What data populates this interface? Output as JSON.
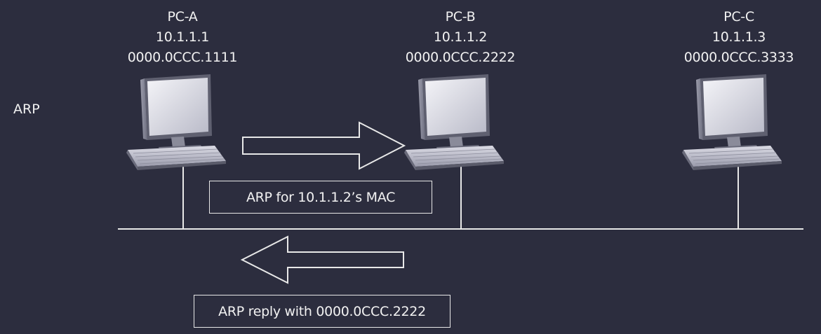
{
  "side_label": "ARP",
  "hosts": [
    {
      "name": "PC-A",
      "ip": "10.1.1.1",
      "mac": "0000.0CCC.1111"
    },
    {
      "name": "PC-B",
      "ip": "10.1.1.2",
      "mac": "0000.0CCC.2222"
    },
    {
      "name": "PC-C",
      "ip": "10.1.1.3",
      "mac": "0000.0CCC.3333"
    }
  ],
  "messages": {
    "request": "ARP for 10.1.1.2’s MAC",
    "reply": "ARP reply with 0000.0CCC.2222"
  },
  "icons": {
    "computer": "desktop-computer-icon",
    "request_arrow": "right-arrow-icon",
    "reply_arrow": "left-arrow-icon"
  },
  "colors": {
    "background": "#2c2d3e",
    "line": "#e8e8e8",
    "text": "#f2f2f2"
  }
}
